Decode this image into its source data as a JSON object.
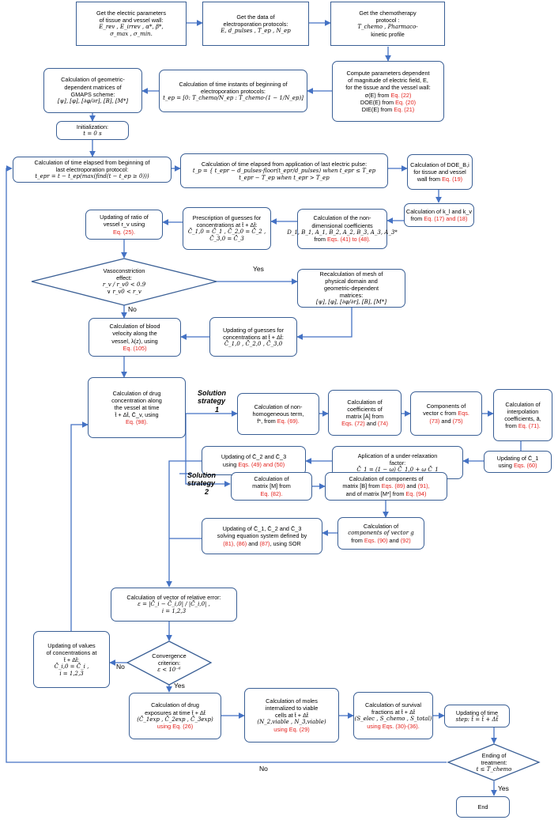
{
  "colors": {
    "stroke": "#3a5f95",
    "highlight": "#e3211c",
    "text": "#000000"
  },
  "nodes": {
    "n1": [
      "Get the electric parameters",
      "of tissue and vessel wall:",
      "E_rev , E_irrev , α*, β*,",
      "σ_max , σ_min."
    ],
    "n2": [
      "Get the data of",
      "electroporation protocols:",
      "E, d_pulses , T_ep , N_ep"
    ],
    "n3": [
      "Get the chemotherapy",
      "protocol :",
      "T_chemo , Pharmaco-",
      "kinetic profile"
    ],
    "n4": [
      "Compute parameters dependent",
      "of magnitude of electric field, E,",
      "for the tissue and the vessel wall:",
      "σ(E) from |Eq. (22)",
      "DOE(E) from |Eq. (20)",
      "DIE(E) from |Eq. (21)"
    ],
    "n5": [
      "Calculation of time instants of beginning of",
      "electroporation protocols:",
      "t_ep = [0: T_chemo/N_ep : T_chemo·(1 − 1/N_ep)]"
    ],
    "n6": [
      "Calculation of geometric-",
      "dependent matrices of",
      "GMAPS scheme:",
      "[ψ], [φ], [∂φ/∂r], [B], [M*]"
    ],
    "n7": [
      "Initialization:",
      "t = 0 s"
    ],
    "n8": [
      "Calculation of time elapsed from beginning of",
      "last electroporation protocol:",
      "t_epr = t − t_ep(max(find(t − t_ep ≥ 0)))"
    ],
    "n9": [
      "Calculation of time elapsed from application of last electric pulse:",
      "t_p = { t_epr − d_pulses·floor(t_epr/d_pulses)   when  t_epr ≤ T_ep",
      "t_epr − T_ep                       when  t_epr > T_ep"
    ],
    "n10": [
      "Calculation of DOE_B,i",
      "for tissue and vessel",
      "wall from |Eq. (19)"
    ],
    "n11": [
      "Calculation of k_l and k_v",
      "from |Eq. (17) and (18)"
    ],
    "n12": [
      "Calculation of the non-",
      "dimensional coefficients",
      "D_1, B_1, A_1, B_2, A_2, B_3, A_3, A_3*",
      "from |Eqs. (41) to (48)."
    ],
    "n13": [
      "Prescription of guesses for",
      "concentrations at t̄ + Δt̄:",
      "C̄_1,0 = C̄_1 , C̄_2,0 = C̄_2 ,",
      "C̄_3,0 = C̄_3"
    ],
    "n14": [
      "Updating of ratio of",
      "vessel r_v using",
      "|Eq. (25)."
    ],
    "d1": [
      "Vasoconstriction",
      "effect:",
      "r_v / r_v0 < 0.9",
      "∨ r_v0 < r_v"
    ],
    "n15": [
      "Recalculation of mesh of",
      "physical domain and",
      "geometric-dependent",
      "matrices:",
      "[ψ], [φ], [∂φ/∂r], [B], [M*]"
    ],
    "n16": [
      "Calculation of blood",
      "velocity along the",
      "vessel, λ(z), using",
      "|Eq. (105)"
    ],
    "n17": [
      "Updating of guesses for",
      "concentrations at t̄ + Δt̄:",
      "C̄_1,0 , C̄_2,0 , C̄_3,0"
    ],
    "n18": [
      "Calculation of drug",
      "concentration along",
      "the vessel at time",
      "t̄ + Δt̄, C̄_v, using",
      "|Eq. (98)."
    ],
    "n19": [
      "Calculation of non-",
      "homogeneous term,",
      "f*, from |Eq. (69)."
    ],
    "n20": [
      "Calculation of",
      "coefficients of",
      "matrix [A] from",
      "|Eqs. (72)| and |(74)"
    ],
    "n21": [
      "Components of",
      "vector c from |Eqs.",
      "|(73)| and |(75)"
    ],
    "n22": [
      "Calculation of",
      "interpolation",
      "coefficients, ā,",
      "from |Eq. (71)."
    ],
    "n23": [
      "Updating of C̄_1",
      "using |Eqs. (60)"
    ],
    "n24": [
      "Aplication of a under-relaxation",
      "factor:",
      "C̄_1 = (1 − ω) C̄_1,0 + ω C̄_1"
    ],
    "n25": [
      "Updating of C̄_2 and C̄_3",
      "using |Eqs. (49) and (50)"
    ],
    "n26": [
      "Calculation of",
      "matrix [M] from",
      "|Eq. (82)."
    ],
    "n27": [
      "Calculation of components of",
      "matrix [B] from |Eqs. (89)| and |(91),",
      "and of matrix [M*] from |Eq. (94)"
    ],
    "n28": [
      "Calculation of",
      "components of vector g",
      "from |Eqs. (90)| and |(92)"
    ],
    "n29": [
      "Updating of C̄_1, C̄_2 and C̄_3",
      "solving equation system defined by",
      "|(81), (86)| and |(87)|, using SOR"
    ],
    "n30": [
      "Calculation of vector of relative error:",
      "ε = |C̄_i − C̄_i,0| / |C̄_i,0| ,",
      "i = 1,2,3"
    ],
    "d2": [
      "Convergence",
      "criterion:",
      "ε < 10⁻⁶"
    ],
    "n31": [
      "Updating of values",
      "of concentrations at",
      "t̄ + Δt̄:",
      "C̄_i,0 = C̄_i ,",
      "i = 1,2,3"
    ],
    "n32": [
      "Calculation of drug",
      "exposures at time t̄ + Δt̄",
      "(C̄_1exp , C̄_2exp , C̄_3exp)",
      "|using Eq. (26)"
    ],
    "n33": [
      "Calculation of moles",
      "internalized to viable",
      "cells at t̄ + Δt̄",
      "(N_2,viable , N_3,viable)",
      "|using Eq. (29)"
    ],
    "n34": [
      "Calculation of survival",
      "fractions at t̄ + Δt̄",
      "(S_elec , S_chemo , S_total)",
      "|using Eqs. (30)-(36)."
    ],
    "n35": [
      "Updating of time",
      "step: t̄ = t̄ + Δt̄"
    ],
    "d3": [
      "Ending of",
      "treatment:",
      "t ≤ T_chemo"
    ],
    "n36": [
      "End"
    ]
  },
  "labels": {
    "yes1": "Yes",
    "no1": "No",
    "no2": "No",
    "yes2": "Yes",
    "no3": "No",
    "yes3": "Yes",
    "strategy1": [
      "Solution",
      "strategy",
      "1"
    ],
    "strategy2": [
      "Solution",
      "strategy",
      "2"
    ]
  }
}
